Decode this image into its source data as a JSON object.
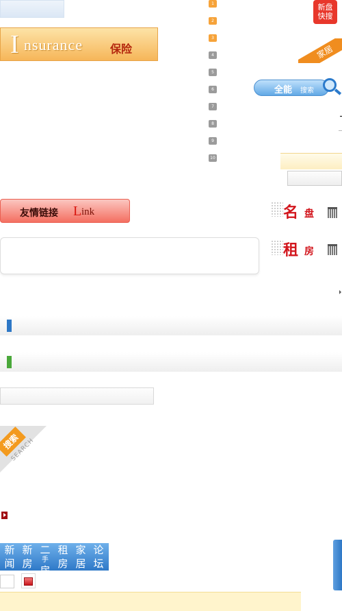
{
  "top_tab": {
    "label": ""
  },
  "insurance_banner": {
    "initial": "I",
    "rest": "nsurance",
    "label_cn": "保险"
  },
  "ranking_list": {
    "numbers": [
      "1",
      "2",
      "3",
      "4",
      "5",
      "6",
      "7",
      "8",
      "9",
      "10"
    ]
  },
  "new_quick_badge": {
    "line1": "新盘",
    "line2": "快搜"
  },
  "home_ribbon": {
    "label": "家居"
  },
  "search_all": {
    "label": "全能",
    "suffix": "搜索"
  },
  "link_banner": {
    "label_cn": "友情链接",
    "initial": "L",
    "rest": "ink"
  },
  "famous_estate": {
    "big": "名",
    "small": "盘"
  },
  "rental": {
    "big": "租",
    "small": "房"
  },
  "search_corner": {
    "label": "搜索",
    "label_en": "SEARCH"
  },
  "nav_tabs": [
    {
      "line1": "新",
      "line2": "闻"
    },
    {
      "line1": "新",
      "line2": "房"
    },
    {
      "line1": "二",
      "mid": "手",
      "line2": "房"
    },
    {
      "line1": "租",
      "line2": "房"
    },
    {
      "line1": "家",
      "line2": "居"
    },
    {
      "line1": "论",
      "line2": "坛"
    }
  ],
  "colors": {
    "hot_badge": "#f6a33a",
    "band_blue": "#2e78c6",
    "band_green": "#4aa83a",
    "accent_red": "#d2151c"
  }
}
